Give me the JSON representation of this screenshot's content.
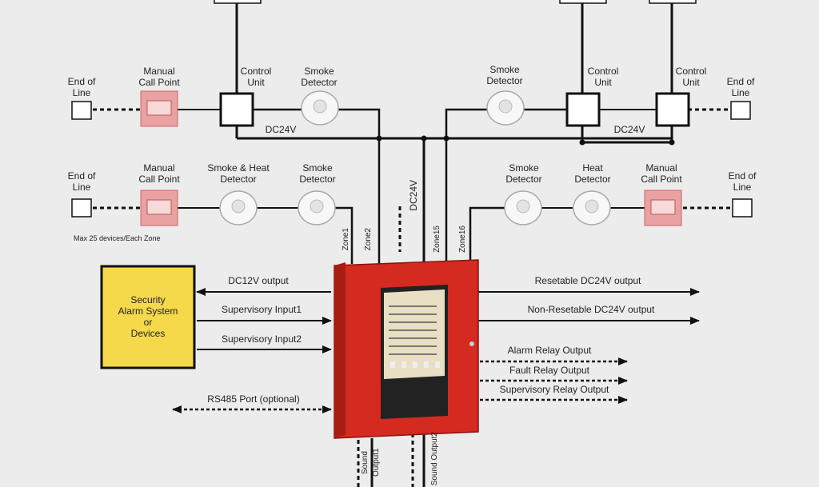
{
  "colors": {
    "panel_red": "#d42a20",
    "panel_red_dark": "#a81c14",
    "security_fill": "#f5d94a",
    "manual_call_point": "#e9a1a1",
    "wire": "#111111",
    "background": "#ececec"
  },
  "labels": {
    "end_of_line": "End of\nLine",
    "manual_call_point": "Manual\nCall Point",
    "control_unit": "Control\nUnit",
    "smoke_detector": "Smoke\nDetector",
    "smoke_heat_detector": "Smoke & Heat\nDetector",
    "heat_detector": "Heat\nDetector",
    "dc24v": "DC24V",
    "dc24v_vertical": "DC24V",
    "max_devices": "Max 25 devices/Each Zone",
    "zone1": "Zone1",
    "zone2": "Zone2",
    "zone15": "Zone15",
    "zone16": "Zone16",
    "security_box": "Security\nAlarm System\nor\nDevices",
    "dc12v_output": "DC12V output",
    "supervisory_input1": "Supervisory Input1",
    "supervisory_input2": "Supervisory Input2",
    "rs485": "RS485 Port (optional)",
    "resetable": "Resetable DC24V output",
    "non_resetable": "Non-Resetable DC24V output",
    "alarm_relay": "Alarm Relay Output",
    "fault_relay": "Fault Relay Output",
    "supervisory_relay": "Supervisory Relay Output",
    "sound_output1": "Sound Output1",
    "sound_output2": "Sound Output2"
  }
}
